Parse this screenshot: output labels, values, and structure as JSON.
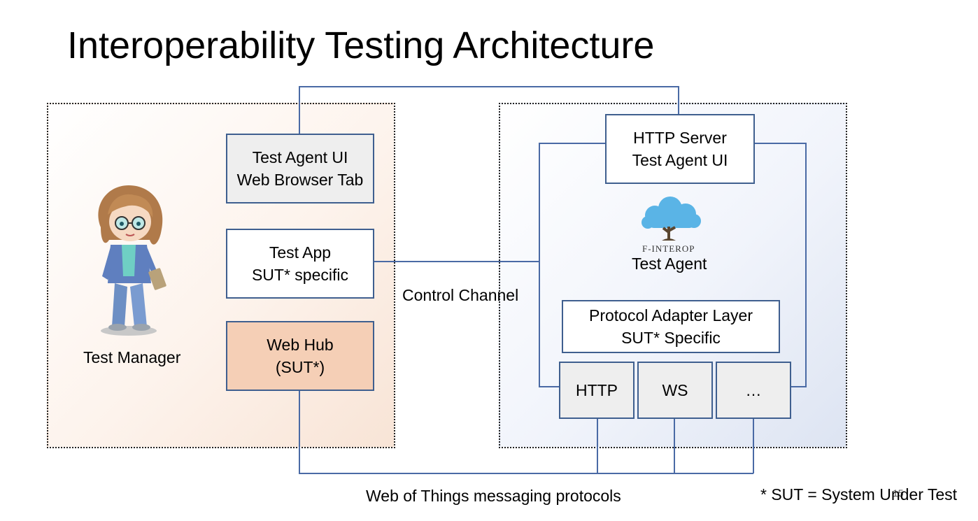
{
  "slide": {
    "title": "Interoperability Testing Architecture",
    "page_number": "15"
  },
  "left_panel": {
    "person_label": "Test Manager",
    "boxes": [
      {
        "line1": "Test Agent UI",
        "line2": "Web Browser Tab"
      },
      {
        "line1": "Test App",
        "line2": "SUT* specific"
      },
      {
        "line1": "Web Hub",
        "line2": "(SUT*)"
      }
    ]
  },
  "right_panel": {
    "server_box": {
      "line1": "HTTP Server",
      "line2": "Test Agent UI"
    },
    "logo": {
      "brand": "F-INTEROP",
      "caption": "Test Agent"
    },
    "adapter_box": {
      "line1": "Protocol Adapter Layer",
      "line2": "SUT* Specific"
    },
    "protocols": [
      "HTTP",
      "WS",
      "…"
    ]
  },
  "labels": {
    "control_channel": "Control Channel",
    "messaging": "Web of Things messaging protocols",
    "footnote": "* SUT = System Under Test"
  },
  "colors": {
    "line": "#4a6aa5",
    "box_border": "#3f5f8f",
    "web_hub_fill": "#f5cfb6",
    "grey_fill": "#eeeeee"
  }
}
